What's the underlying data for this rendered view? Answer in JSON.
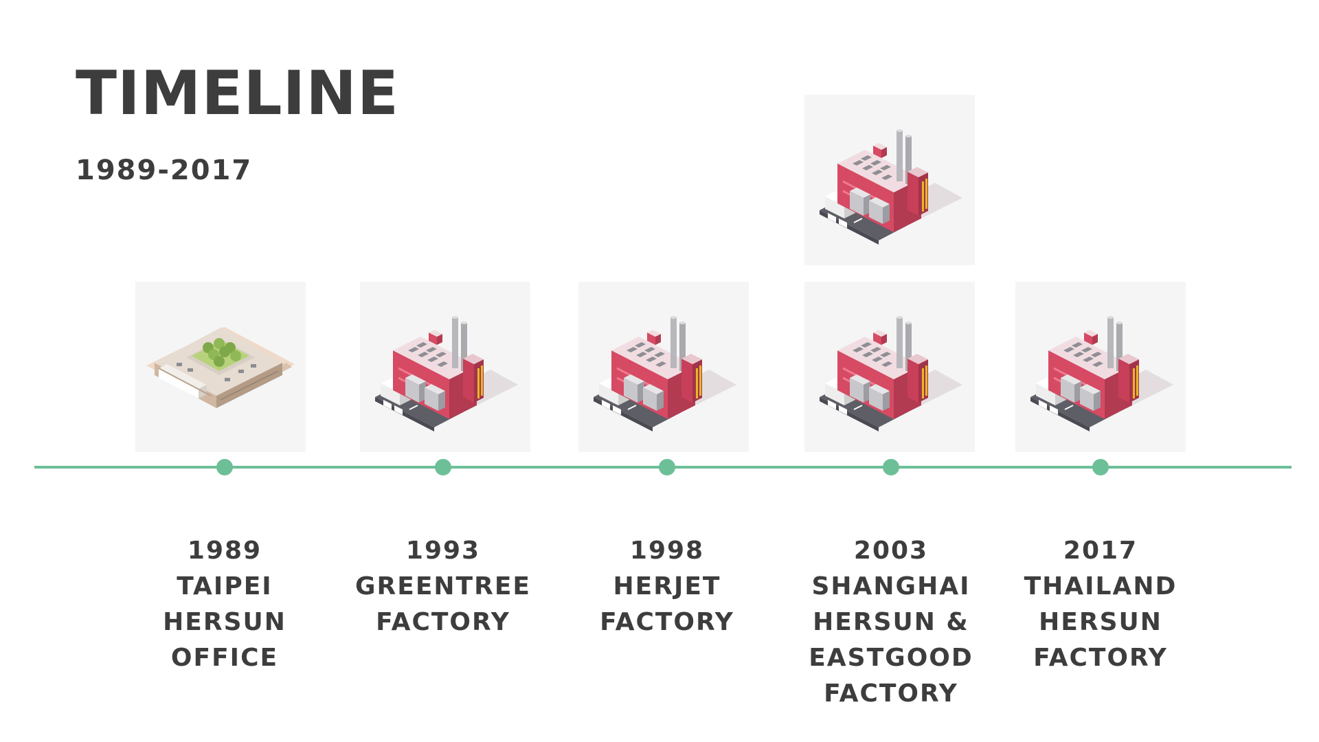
{
  "header": {
    "title": "TIMELINE",
    "subtitle": "1989-2017"
  },
  "colors": {
    "timeline_line": "#6dbf97",
    "text": "#3d3d3d",
    "card_background": "#f5f5f5",
    "factory_red": "#d64a63"
  },
  "events": [
    {
      "year": "1989",
      "name_lines": [
        "TAIPEI",
        "HERSUN",
        "OFFICE"
      ],
      "icon": "office-building-icon"
    },
    {
      "year": "1993",
      "name_lines": [
        "GREENTREE",
        "FACTORY"
      ],
      "icon": "factory-icon"
    },
    {
      "year": "1998",
      "name_lines": [
        "HERJET",
        "FACTORY"
      ],
      "icon": "factory-icon"
    },
    {
      "year": "2003",
      "name_lines": [
        "SHANGHAI",
        "HERSUN &",
        "EASTGOOD",
        "FACTORY"
      ],
      "icon": "factory-icon",
      "icon_count": 2
    },
    {
      "year": "2017",
      "name_lines": [
        "THAILAND",
        "HERSUN",
        "FACTORY"
      ],
      "icon": "factory-icon"
    }
  ]
}
